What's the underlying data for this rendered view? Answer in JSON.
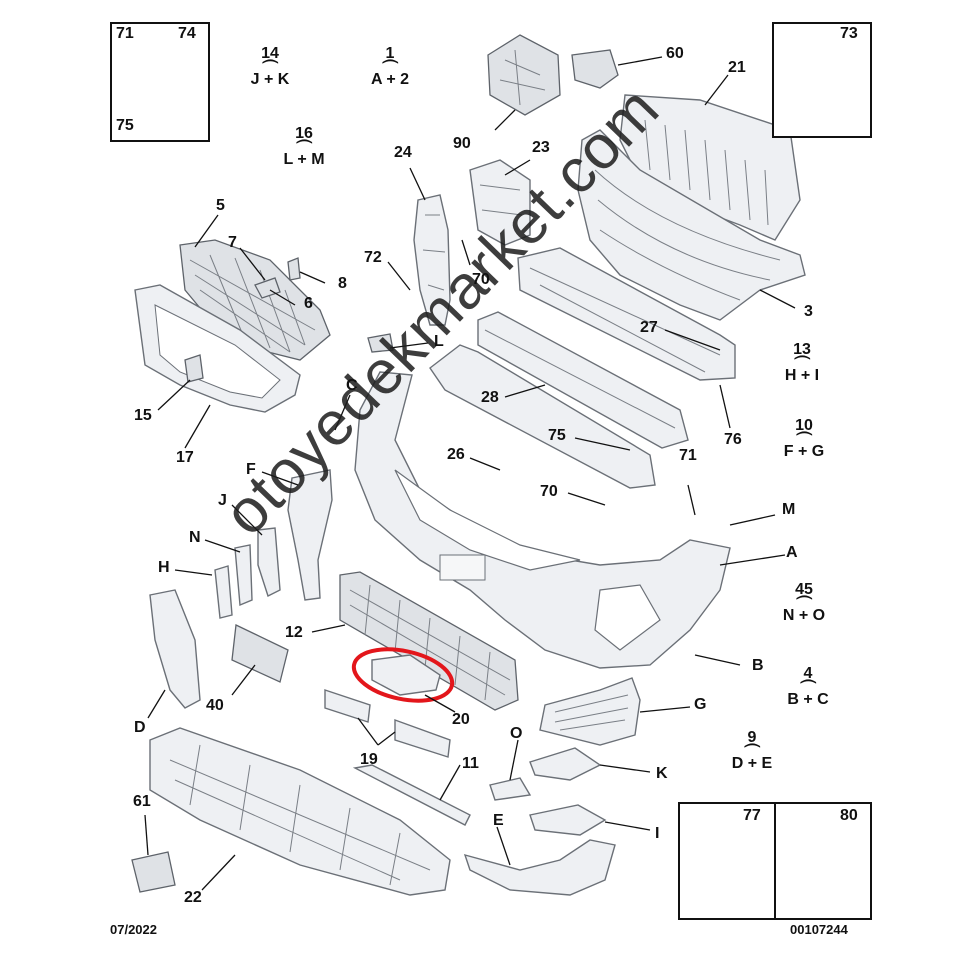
{
  "part_numbers": {
    "p71": "71",
    "p74": "74",
    "p75": "75",
    "p73": "73",
    "p77": "77",
    "p80": "80",
    "p90": "90",
    "p60": "60",
    "p21": "21",
    "p24": "24",
    "p23": "23",
    "p5": "5",
    "p7": "7",
    "p8": "8",
    "p6": "6",
    "p72": "72",
    "p70a": "70",
    "p3": "3",
    "pL": "L",
    "p27": "27",
    "p15": "15",
    "p17": "17",
    "pC": "C",
    "p28": "28",
    "p76": "76",
    "p75b": "75",
    "p26": "26",
    "p71b": "71",
    "p70b": "70",
    "pF": "F",
    "pJ": "J",
    "pM": "M",
    "pN": "N",
    "pA": "A",
    "pH": "H",
    "p12": "12",
    "pB": "B",
    "p40": "40",
    "pG": "G",
    "p20": "20",
    "pD": "D",
    "pO": "O",
    "p19": "19",
    "pK": "K",
    "p11": "11",
    "p61": "61",
    "pE": "E",
    "pI": "I",
    "p22": "22"
  },
  "combos": [
    {
      "top": "14",
      "bottom": "J + K"
    },
    {
      "top": "1",
      "bottom": "A + 2"
    },
    {
      "top": "16",
      "bottom": "L + M"
    },
    {
      "top": "13",
      "bottom": "H + I"
    },
    {
      "top": "10",
      "bottom": "F + G"
    },
    {
      "top": "45",
      "bottom": "N + O"
    },
    {
      "top": "4",
      "bottom": "B + C"
    },
    {
      "top": "9",
      "bottom": "D + E"
    }
  ],
  "footer": {
    "date": "07/2022",
    "code": "00107244"
  },
  "watermark": "otoyedekmarket.com",
  "colors": {
    "highlight": "#e3161b",
    "line": "#111111",
    "part_fill": "#eef0f3"
  }
}
